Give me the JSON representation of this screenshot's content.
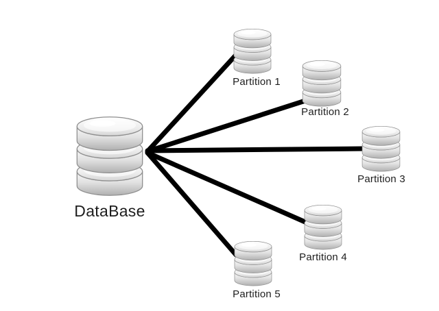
{
  "diagram": {
    "type": "hub-and-spoke database partition diagram",
    "background": "#ffffff",
    "connector_color": "#000000",
    "central_node": {
      "label": "DataBase",
      "icon": "database-icon"
    },
    "partitions": [
      {
        "label": "Partition 1",
        "icon": "database-icon"
      },
      {
        "label": "Partition 2",
        "icon": "database-icon"
      },
      {
        "label": "Partition 3",
        "icon": "database-icon"
      },
      {
        "label": "Partition 4",
        "icon": "database-icon"
      },
      {
        "label": "Partition 5",
        "icon": "database-icon"
      }
    ],
    "icon_colors": {
      "body_light": "#f8f8f8",
      "body_mid": "#e2e2e2",
      "body_dark": "#b0b0b0",
      "top_light": "#ffffff",
      "top_dark": "#d6d6d6",
      "outline": "#8e8e8e"
    }
  }
}
